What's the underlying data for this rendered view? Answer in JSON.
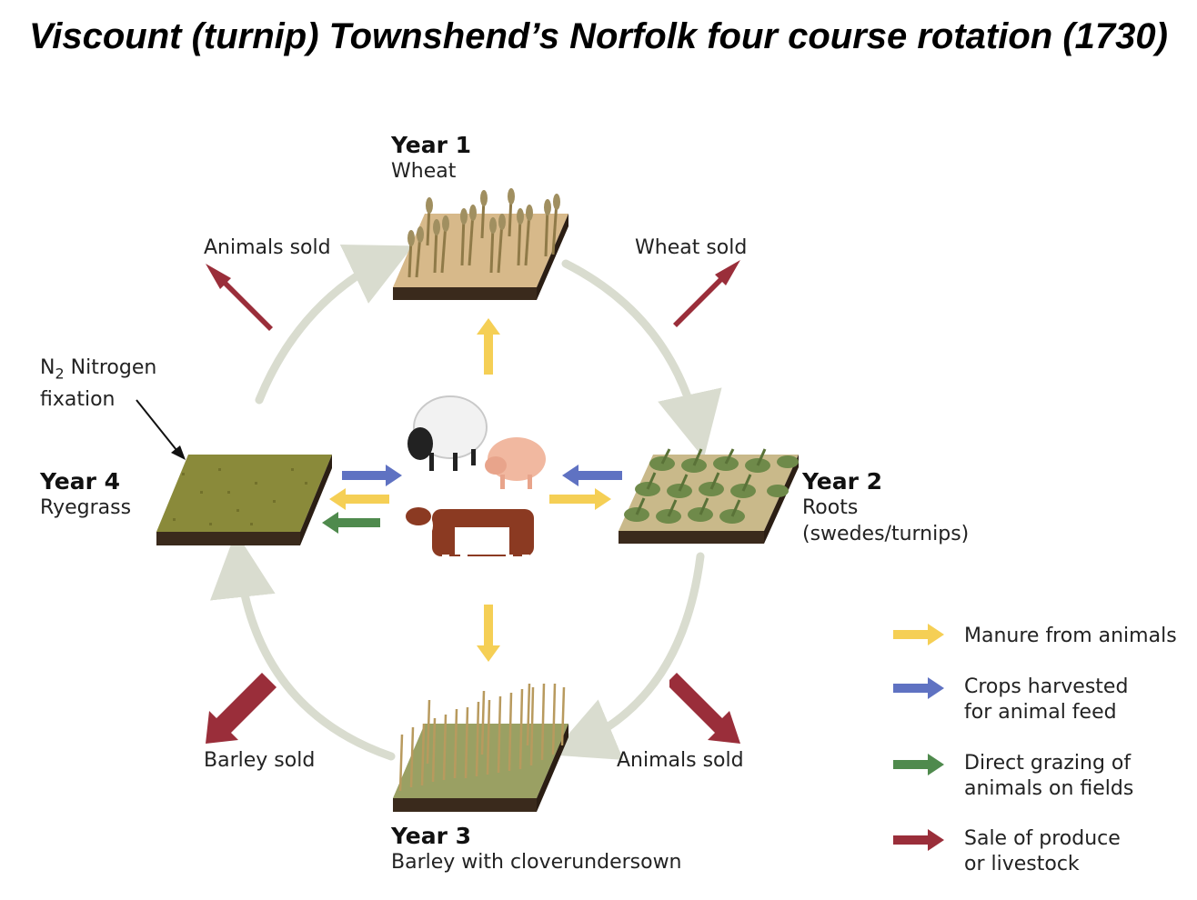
{
  "title": "Viscount (turnip) Townshend’s Norfolk four course rotation (1730)",
  "fields": [
    {
      "year": "Year 1",
      "crop": "Wheat"
    },
    {
      "year": "Year 2",
      "crop": "Roots",
      "crop_detail": "(swedes/turnips)"
    },
    {
      "year": "Year 3",
      "crop": "Barley with cloverundersown"
    },
    {
      "year": "Year 4",
      "crop": "Ryegrass"
    }
  ],
  "sales": {
    "top_left": "Animals sold",
    "top_right": "Wheat sold",
    "bottom_left": "Barley sold",
    "bottom_right": "Animals sold"
  },
  "nitrogen": {
    "symbol": "N",
    "subscript": "2",
    "line1": "Nitrogen",
    "line2": "fixation"
  },
  "legend": [
    {
      "label": "Manure from animals",
      "color": "#f5cf55"
    },
    {
      "label": "Crops harvested\nfor animal feed",
      "color": "#5f72c2"
    },
    {
      "label": "Direct grazing of\nanimals on fields",
      "color": "#4f8a4d"
    },
    {
      "label": "Sale of produce\nor livestock",
      "color": "#9a2e3a"
    }
  ],
  "colors": {
    "cycle_arrow": "#d9dccf",
    "soil_top_wheat": "#d7b98a",
    "soil_side": "#3a2a1c",
    "grass": "#8a8a3a"
  }
}
